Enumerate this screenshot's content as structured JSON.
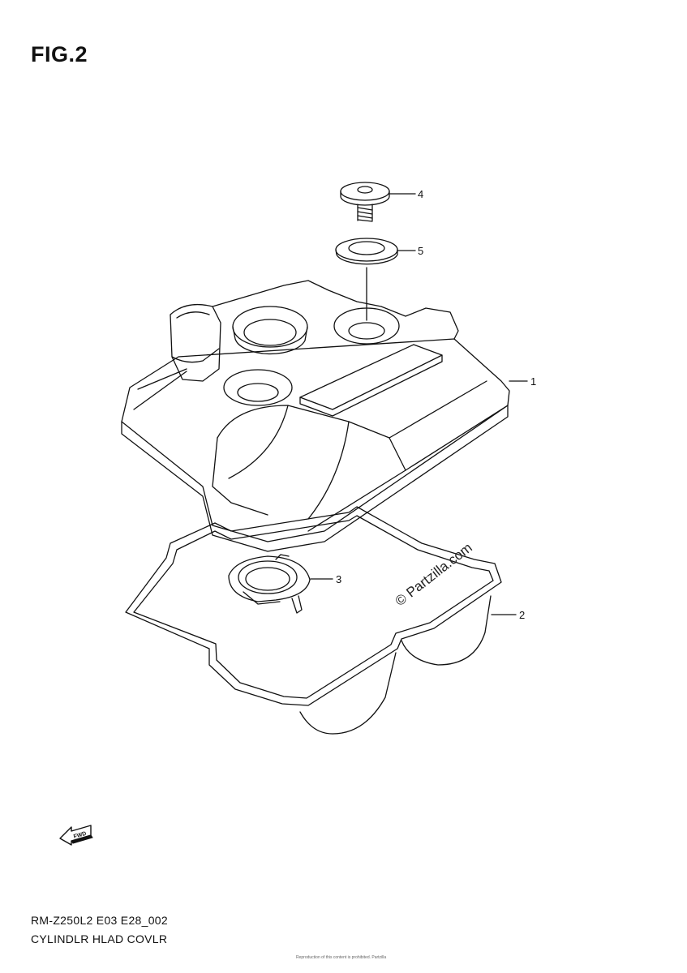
{
  "figure": {
    "title": "FIG.2"
  },
  "callouts": [
    {
      "label": "4",
      "part": "bolt"
    },
    {
      "label": "5",
      "part": "washer"
    },
    {
      "label": "1",
      "part": "cylinder-head-cover"
    },
    {
      "label": "3",
      "part": "plug-seal"
    },
    {
      "label": "2",
      "part": "gasket"
    }
  ],
  "watermark": "© Partzilla.com",
  "fwd_label": "FWD",
  "footer": {
    "code": "RM-Z250L2 E03 E28_002",
    "name": "CYLINDLR HLAD COVLR",
    "fine_print": "Reproduction of this content is prohibited. Partzilla"
  },
  "colors": {
    "line": "#111111",
    "background": "#ffffff"
  }
}
